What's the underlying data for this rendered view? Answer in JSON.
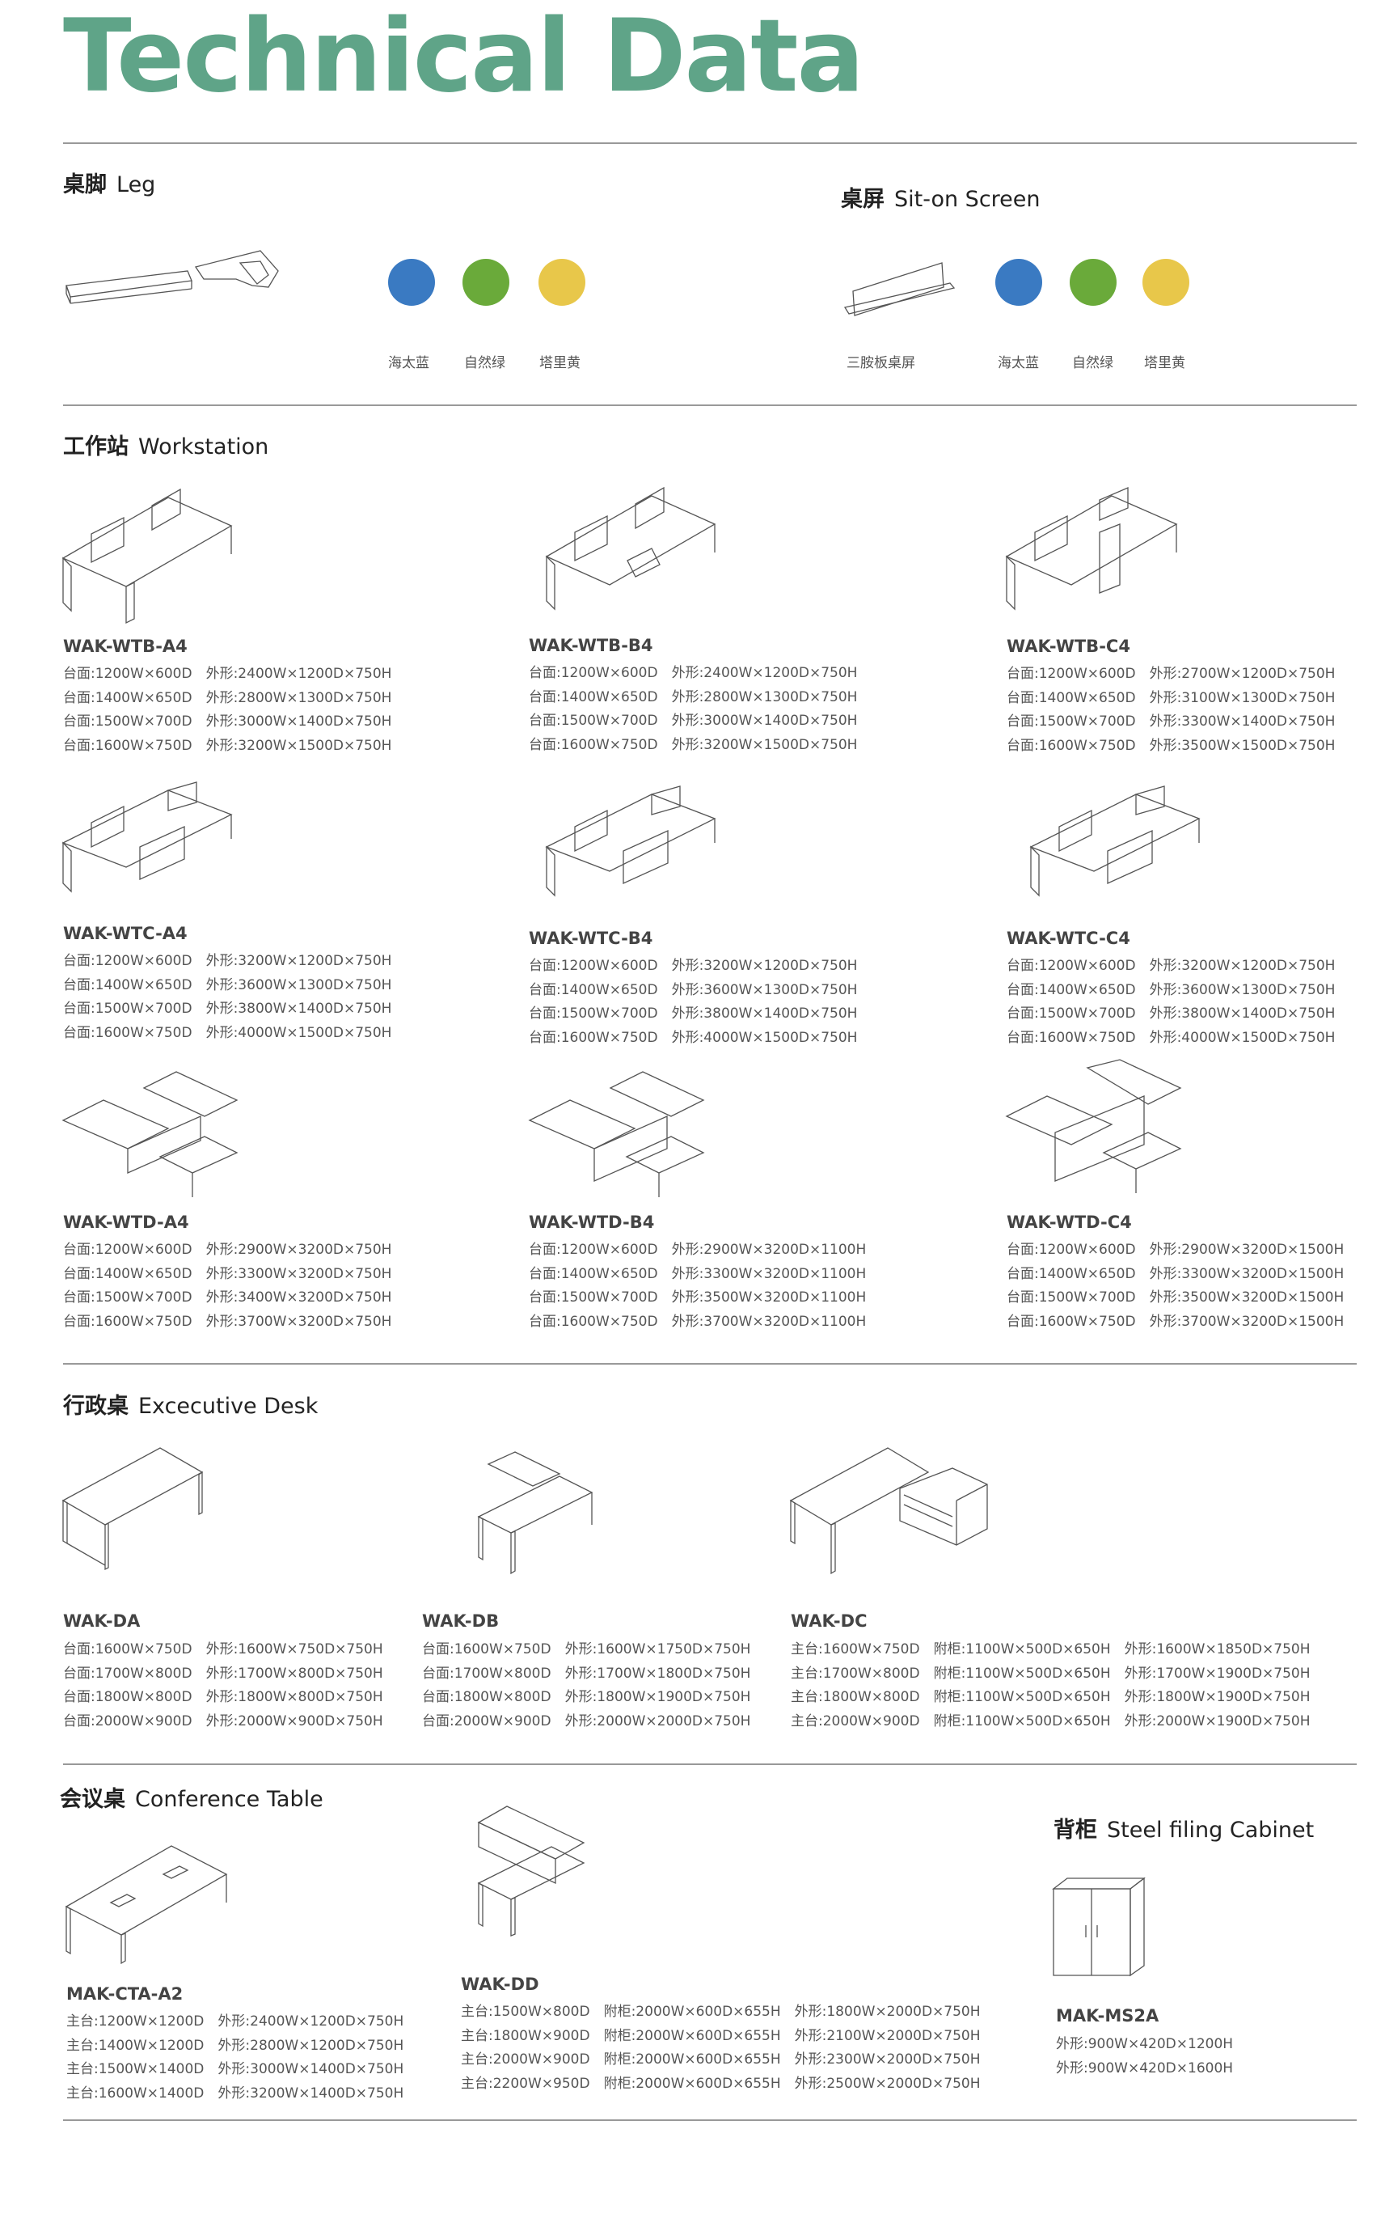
{
  "title": "Technical Data",
  "colors": {
    "title": "#5fa488",
    "blue": "#3a7ac2",
    "green": "#6aaa3a",
    "yellow": "#e8c74a"
  },
  "leg": {
    "cn": "桌脚",
    "en": "Leg",
    "swatches": [
      {
        "label": "海太蓝",
        "color": "#3a7ac2"
      },
      {
        "label": "自然绿",
        "color": "#6aaa3a"
      },
      {
        "label": "塔里黄",
        "color": "#e8c74a"
      }
    ]
  },
  "screen": {
    "cn": "桌屏",
    "en": "Sit-on Screen",
    "item_label": "三胺板桌屏",
    "swatches": [
      {
        "label": "海太蓝",
        "color": "#3a7ac2"
      },
      {
        "label": "自然绿",
        "color": "#6aaa3a"
      },
      {
        "label": "塔里黄",
        "color": "#e8c74a"
      }
    ]
  },
  "workstation": {
    "cn": "工作站",
    "en": "Workstation",
    "items": [
      {
        "model": "WAK-WTB-A4",
        "specs": [
          "台面:1200W×600D　外形:2400W×1200D×750H",
          "台面:1400W×650D　外形:2800W×1300D×750H",
          "台面:1500W×700D　外形:3000W×1400D×750H",
          "台面:1600W×750D　外形:3200W×1500D×750H"
        ]
      },
      {
        "model": "WAK-WTB-B4",
        "specs": [
          "台面:1200W×600D　外形:2400W×1200D×750H",
          "台面:1400W×650D　外形:2800W×1300D×750H",
          "台面:1500W×700D　外形:3000W×1400D×750H",
          "台面:1600W×750D　外形:3200W×1500D×750H"
        ]
      },
      {
        "model": "WAK-WTB-C4",
        "specs": [
          "台面:1200W×600D　外形:2700W×1200D×750H",
          "台面:1400W×650D　外形:3100W×1300D×750H",
          "台面:1500W×700D　外形:3300W×1400D×750H",
          "台面:1600W×750D　外形:3500W×1500D×750H"
        ]
      },
      {
        "model": "WAK-WTC-A4",
        "specs": [
          "台面:1200W×600D　外形:3200W×1200D×750H",
          "台面:1400W×650D　外形:3600W×1300D×750H",
          "台面:1500W×700D　外形:3800W×1400D×750H",
          "台面:1600W×750D　外形:4000W×1500D×750H"
        ]
      },
      {
        "model": "WAK-WTC-B4",
        "specs": [
          "台面:1200W×600D　外形:3200W×1200D×750H",
          "台面:1400W×650D　外形:3600W×1300D×750H",
          "台面:1500W×700D　外形:3800W×1400D×750H",
          "台面:1600W×750D　外形:4000W×1500D×750H"
        ]
      },
      {
        "model": "WAK-WTC-C4",
        "specs": [
          "台面:1200W×600D　外形:3200W×1200D×750H",
          "台面:1400W×650D　外形:3600W×1300D×750H",
          "台面:1500W×700D　外形:3800W×1400D×750H",
          "台面:1600W×750D　外形:4000W×1500D×750H"
        ]
      },
      {
        "model": "WAK-WTD-A4",
        "specs": [
          "台面:1200W×600D　外形:2900W×3200D×750H",
          "台面:1400W×650D　外形:3300W×3200D×750H",
          "台面:1500W×700D　外形:3400W×3200D×750H",
          "台面:1600W×750D　外形:3700W×3200D×750H"
        ]
      },
      {
        "model": "WAK-WTD-B4",
        "specs": [
          "台面:1200W×600D　外形:2900W×3200D×1100H",
          "台面:1400W×650D　外形:3300W×3200D×1100H",
          "台面:1500W×700D　外形:3500W×3200D×1100H",
          "台面:1600W×750D　外形:3700W×3200D×1100H"
        ]
      },
      {
        "model": "WAK-WTD-C4",
        "specs": [
          "台面:1200W×600D　外形:2900W×3200D×1500H",
          "台面:1400W×650D　外形:3300W×3200D×1500H",
          "台面:1500W×700D　外形:3500W×3200D×1500H",
          "台面:1600W×750D　外形:3700W×3200D×1500H"
        ]
      }
    ]
  },
  "executive": {
    "cn": "行政桌",
    "en": "Excecutive Desk",
    "items": [
      {
        "model": "WAK-DA",
        "specs": [
          "台面:1600W×750D　外形:1600W×750D×750H",
          "台面:1700W×800D　外形:1700W×800D×750H",
          "台面:1800W×800D　外形:1800W×800D×750H",
          "台面:2000W×900D　外形:2000W×900D×750H"
        ]
      },
      {
        "model": "WAK-DB",
        "specs": [
          "台面:1600W×750D　外形:1600W×1750D×750H",
          "台面:1700W×800D　外形:1700W×1800D×750H",
          "台面:1800W×800D　外形:1800W×1900D×750H",
          "台面:2000W×900D　外形:2000W×2000D×750H"
        ]
      },
      {
        "model": "WAK-DC",
        "specs": [
          "主台:1600W×750D　附柜:1100W×500D×650H　外形:1600W×1850D×750H",
          "主台:1700W×800D　附柜:1100W×500D×650H　外形:1700W×1900D×750H",
          "主台:1800W×800D　附柜:1100W×500D×650H　外形:1800W×1900D×750H",
          "主台:2000W×900D　附柜:1100W×500D×650H　外形:2000W×1900D×750H"
        ]
      }
    ]
  },
  "conference": {
    "cn": "会议桌",
    "en": "Conference Table",
    "items": [
      {
        "model": "MAK-CTA-A2",
        "specs": [
          "主台:1200W×1200D　外形:2400W×1200D×750H",
          "主台:1400W×1200D　外形:2800W×1200D×750H",
          "主台:1500W×1400D　外形:3000W×1400D×750H",
          "主台:1600W×1400D　外形:3200W×1400D×750H"
        ]
      },
      {
        "model": "WAK-DD",
        "specs": [
          "主台:1500W×800D　附柜:2000W×600D×655H　外形:1800W×2000D×750H",
          "主台:1800W×900D　附柜:2000W×600D×655H　外形:2100W×2000D×750H",
          "主台:2000W×900D　附柜:2000W×600D×655H　外形:2300W×2000D×750H",
          "主台:2200W×950D　附柜:2000W×600D×655H　外形:2500W×2000D×750H"
        ]
      }
    ]
  },
  "cabinet": {
    "cn": "背柜",
    "en": "Steel filing Cabinet",
    "items": [
      {
        "model": "MAK-MS2A",
        "specs": [
          "外形:900W×420D×1200H",
          "外形:900W×420D×1600H"
        ]
      }
    ]
  }
}
